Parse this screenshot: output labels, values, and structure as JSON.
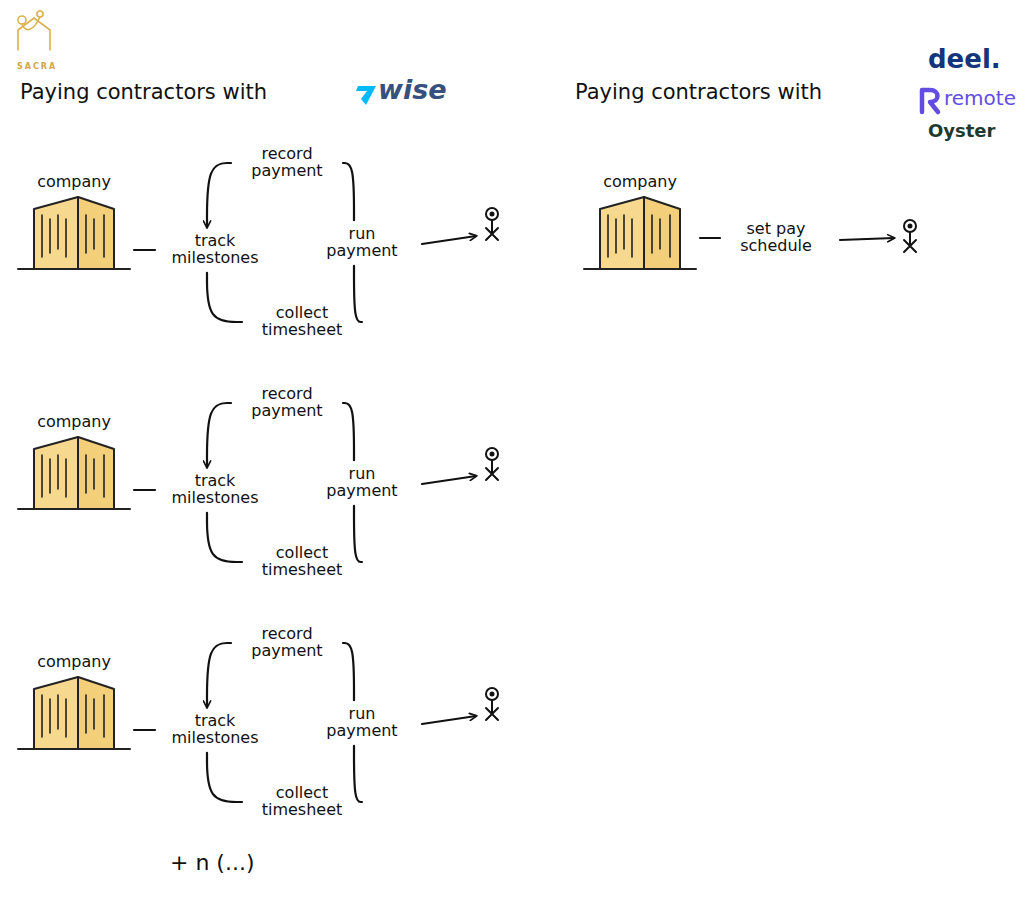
{
  "diagram": {
    "nodes": [
      {
        "text": [
          "company"
        ]
      },
      {
        "text": [
          "record payment"
        ]
      },
      {
        "text": [
          "track milestones"
        ]
      },
      {
        "text": [
          "run payment"
        ]
      },
      {
        "text": [
          "collect timesheet"
        ]
      },
      {
        "text": [
          "company"
        ]
      },
      {
        "text": [
          "record payment"
        ]
      },
      {
        "text": [
          "track milestones"
        ]
      },
      {
        "text": [
          "run payment"
        ]
      },
      {
        "text": [
          "collect timesheet"
        ]
      },
      {
        "text": [
          "company"
        ]
      },
      {
        "text": [
          "record payment"
        ]
      },
      {
        "text": [
          "track milestones"
        ]
      },
      {
        "text": [
          "run payment"
        ]
      },
      {
        "text": [
          "collect timesheet"
        ]
      },
      {
        "text": [
          "company"
        ]
      },
      {
        "text": [
          "set pay schedule"
        ]
      }
    ],
    "edges": [
      {
        "from": 0,
        "to": 2,
        "arrow": "none"
      },
      {
        "from": 1,
        "to": 2,
        "arrow": "to"
      },
      {
        "from": 2,
        "to": 4,
        "arrow": "none"
      },
      {
        "from": 4,
        "to": 3,
        "arrow": "none"
      },
      {
        "from": 3,
        "to": 1,
        "arrow": "none"
      },
      {
        "from": 5,
        "to": 7,
        "arrow": "none"
      },
      {
        "from": 6,
        "to": 7,
        "arrow": "to"
      },
      {
        "from": 7,
        "to": 9,
        "arrow": "none"
      },
      {
        "from": 9,
        "to": 8,
        "arrow": "none"
      },
      {
        "from": 8,
        "to": 6,
        "arrow": "none"
      },
      {
        "from": 10,
        "to": 12,
        "arrow": "none"
      },
      {
        "from": 11,
        "to": 12,
        "arrow": "to"
      },
      {
        "from": 12,
        "to": 14,
        "arrow": "none"
      },
      {
        "from": 14,
        "to": 13,
        "arrow": "none"
      },
      {
        "from": 13,
        "to": 11,
        "arrow": "none"
      },
      {
        "from": 15,
        "to": 16,
        "arrow": "none"
      }
    ],
    "labels": [
      "SACRA",
      "Paying contractors with",
      "wise",
      "Paying contractors with",
      "deel.",
      "remote",
      "Oyster",
      "+ n (...)"
    ]
  }
}
